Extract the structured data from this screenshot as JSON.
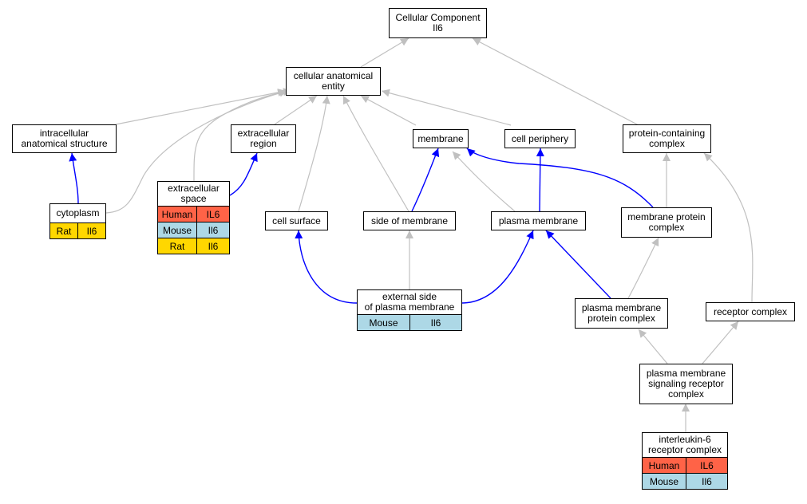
{
  "colors": {
    "is_a_edge": "#c0c0c0",
    "part_of_edge": "#0000ff",
    "human": "#ff6347",
    "mouse": "#add8e6",
    "rat": "#ffd700"
  },
  "nodes": {
    "root": {
      "line1": "Cellular Component",
      "line2": "Il6"
    },
    "cae": {
      "line1": "cellular anatomical",
      "line2": "entity"
    },
    "ias": {
      "line1": "intracellular",
      "line2": "anatomical structure"
    },
    "ecr": {
      "line1": "extracellular",
      "line2": "region"
    },
    "membrane": {
      "line1": "membrane"
    },
    "periphery": {
      "line1": "cell periphery"
    },
    "pcc": {
      "line1": "protein-containing",
      "line2": "complex"
    },
    "cytoplasm": {
      "title": "cytoplasm",
      "rows": [
        {
          "species": "Rat",
          "gene": "Il6"
        }
      ]
    },
    "ecs": {
      "line1": "extracellular",
      "line2": "space",
      "rows": [
        {
          "species": "Human",
          "gene": "IL6"
        },
        {
          "species": "Mouse",
          "gene": "Il6"
        },
        {
          "species": "Rat",
          "gene": "Il6"
        }
      ]
    },
    "surface": {
      "line1": "cell surface"
    },
    "som": {
      "line1": "side of membrane"
    },
    "pm": {
      "line1": "plasma membrane"
    },
    "mpc": {
      "line1": "membrane protein",
      "line2": "complex"
    },
    "espm": {
      "line1": "external side",
      "line2": "of plasma membrane",
      "rows": [
        {
          "species": "Mouse",
          "gene": "Il6"
        }
      ]
    },
    "pmpc": {
      "line1": "plasma membrane",
      "line2": "protein complex"
    },
    "rc": {
      "line1": "receptor complex"
    },
    "pmsrc": {
      "line1": "plasma membrane",
      "line2": "signaling receptor",
      "line3": "complex"
    },
    "il6rc": {
      "line1": "interleukin-6",
      "line2": "receptor complex",
      "rows": [
        {
          "species": "Human",
          "gene": "IL6"
        },
        {
          "species": "Mouse",
          "gene": "Il6"
        }
      ]
    }
  }
}
